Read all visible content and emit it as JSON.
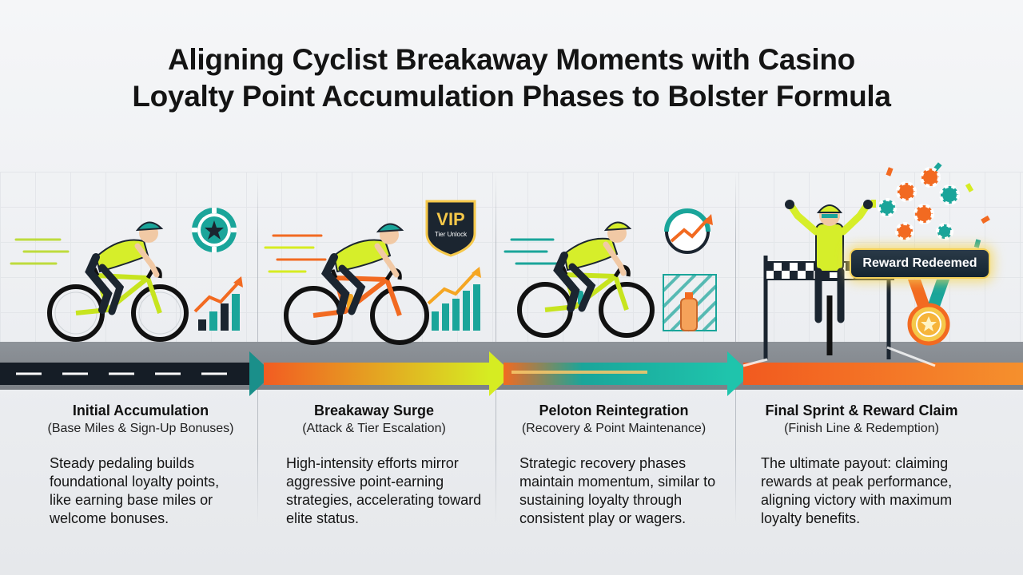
{
  "title": {
    "line1": "Aligning Cyclist Breakaway Moments with Casino",
    "line2": "Loyalty Point Accumulation Phases to Bolster Formula"
  },
  "stages": [
    {
      "title": "Initial Accumulation",
      "subtitle": "(Base Miles & Sign-Up Bonuses)",
      "description": "Steady pedaling builds foundational loyalty points, like earning base miles or welcome bonuses."
    },
    {
      "title": "Breakaway Surge",
      "subtitle": "(Attack & Tier Escalation)",
      "description": "High-intensity efforts mirror aggressive point-earning strategies, accelerating toward elite status.",
      "badge_main": "VIP",
      "badge_sub": "Tier Unlock"
    },
    {
      "title": "Peloton Reintegration",
      "subtitle": "(Recovery & Point Maintenance)",
      "description": "Strategic recovery phases maintain momentum, similar to sustaining loyalty through consistent play or wagers."
    },
    {
      "title": "Final Sprint & Reward Claim",
      "subtitle": "(Finish Line & Redemption)",
      "description": "The ultimate payout: claiming rewards at peak performance, aligning victory with maximum loyalty benefits.",
      "badge": "Reward Redeemed"
    }
  ],
  "colors": {
    "jersey": "#d6ee2a",
    "teal": "#1aa59a",
    "orange": "#f26a21",
    "navy": "#1b2530",
    "gold": "#f5c84a"
  }
}
